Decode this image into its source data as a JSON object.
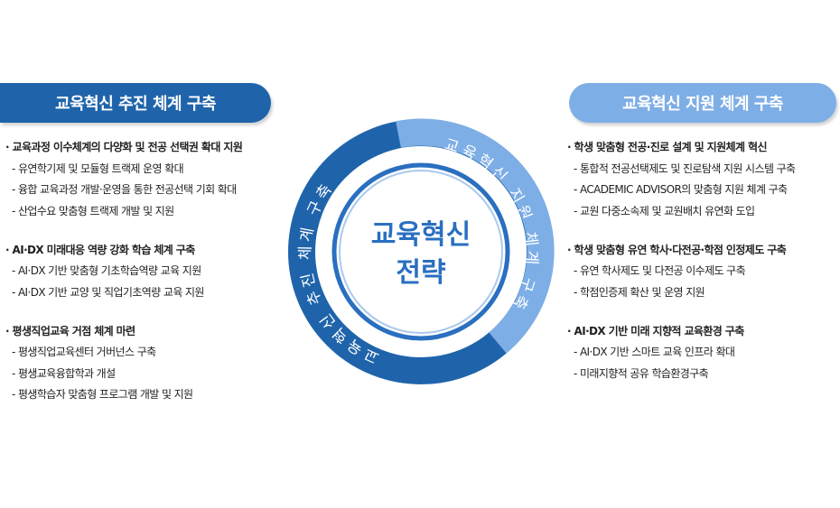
{
  "left": {
    "title": "교육혁신 추진 체계 구축",
    "groups": [
      {
        "head": "· 교육과정 이수체계의 다양화 및 전공 선택권 확대 지원",
        "items": [
          "- 유연학기제 및 모듈형 트랙제 운영 확대",
          "- 융합 교육과정 개발·운영을 통한 전공선택 기회 확대",
          "- 산업수요 맞춤형 트랙제 개발 및 지원"
        ]
      },
      {
        "head": "· AI·DX 미래대응 역량 강화 학습 체계 구축",
        "items": [
          "- AI·DX 기반 맞춤형 기초학습역량 교육 지원",
          "- AI·DX 기반 교양 및 직업기초역량 교육 지원"
        ]
      },
      {
        "head": "· 평생직업교육 거점 체계 마련",
        "items": [
          "- 평생직업교육센터 거버넌스 구축",
          "- 평생교육융합학과 개설",
          "- 평생학습자 맞춤형 프로그램 개발 및 지원"
        ]
      }
    ]
  },
  "right": {
    "title": "교육혁신 지원 체계 구축",
    "groups": [
      {
        "head": "· 학생 맞춤형 전공·진로 설계 및 지원체계 혁신",
        "items": [
          "- 통합적 전공선택제도 및 진로탐색 지원 시스템 구축",
          "- ACADEMIC ADVISOR의 맞춤형 지원 체계 구축",
          "- 교원 다중소속제 및 교원배치 유연화 도입"
        ]
      },
      {
        "head": "· 학생 맞춤형 유연 학사·다전공·학점 인정제도 구축",
        "items": [
          "- 유연 학사제도 및 다전공 이수제도 구축",
          "- 학점인증제 확산 및 운영 지원"
        ]
      },
      {
        "head": "· AI·DX 기반 미래 지향적 교육환경 구축",
        "items": [
          "- AI·DX 기반 스마트 교육 인프라 확대",
          "- 미래지향적 공유 학습환경구축"
        ]
      }
    ]
  },
  "center": {
    "line1": "교육혁신",
    "line2": "전략",
    "ring_left": "교육혁신 추진 체계 구축",
    "ring_right": "교육혁신 지원 체계 구축"
  },
  "colors": {
    "dark": "#1f64ab",
    "light": "#7eaee6",
    "center_text": "#2a6fc0"
  }
}
